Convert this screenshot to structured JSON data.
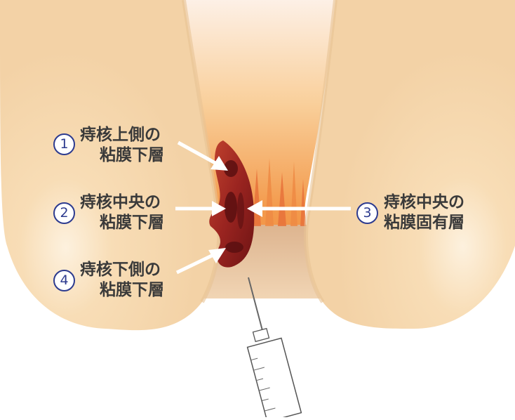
{
  "labels": [
    {
      "number": "1",
      "line1": "痔核上側の",
      "line2": "粘膜下層"
    },
    {
      "number": "2",
      "line1": "痔核中央の",
      "line2": "粘膜下層"
    },
    {
      "number": "3",
      "line1": "痔核中央の",
      "line2": "粘膜固有層"
    },
    {
      "number": "4",
      "line1": "痔核下側の",
      "line2": "粘膜下層"
    }
  ],
  "colors": {
    "skin": "#f7dcb3",
    "skin_shadow": "#ecc99a",
    "canal_orange": "#f3a75a",
    "hemorrhoid": "#8e1e1e",
    "hemorrhoid_dark": "#5a0f10",
    "number_circle": "#2d3b8f",
    "arrow": "#ffffff"
  },
  "icons": [
    "syringe-icon",
    "arrow-icon"
  ]
}
